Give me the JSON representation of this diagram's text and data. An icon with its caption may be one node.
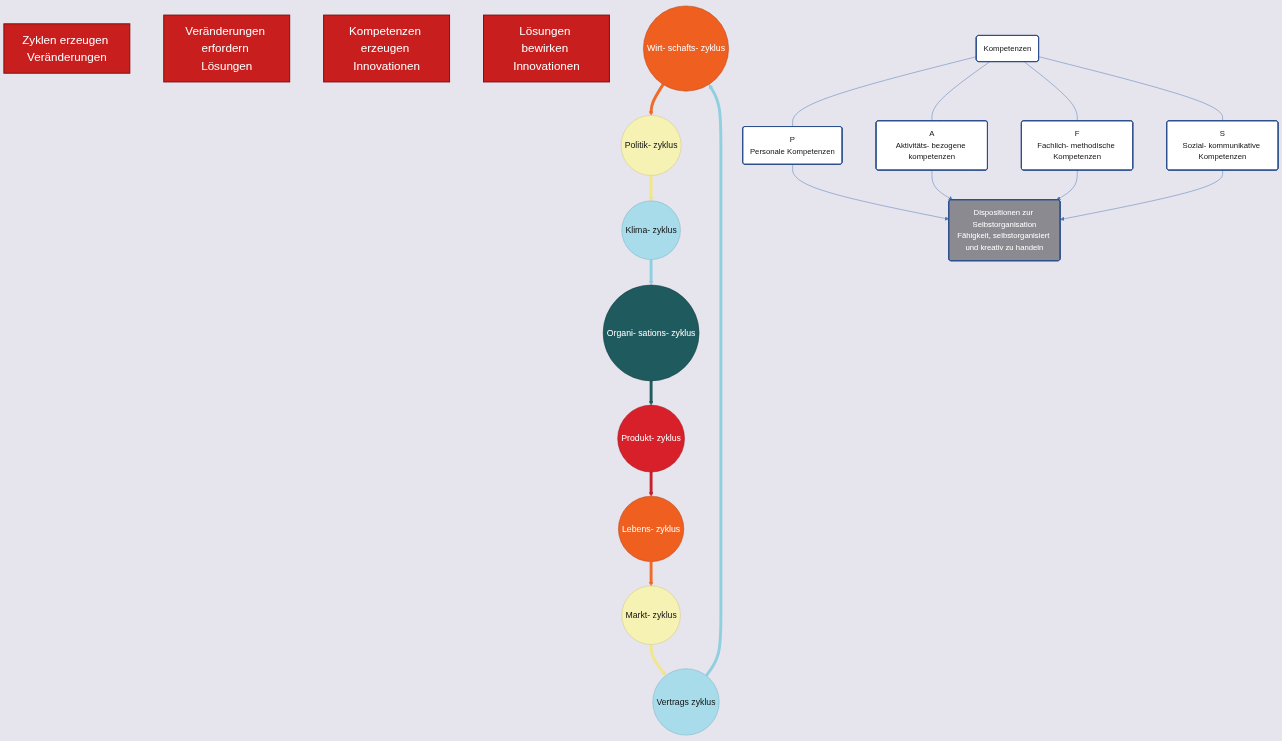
{
  "diagram": {
    "nodes": [
      {
        "text": [
          "Zyklen erzeugen Veränderungen"
        ]
      },
      {
        "text": [
          "Veränderungen erfordern Lösungen"
        ]
      },
      {
        "text": [
          "Wirt- schafts- zyklus"
        ]
      },
      {
        "text": [
          "Vertrags zyklus"
        ]
      },
      {
        "text": [
          "Politik- zyklus"
        ]
      },
      {
        "text": [
          "Klima- zyklus"
        ]
      },
      {
        "text": [
          "Markt- zyklus"
        ]
      },
      {
        "text": [
          "Kompetenzen"
        ]
      },
      {
        "text": [
          "P",
          "Personale Kompetenzen"
        ]
      },
      {
        "text": [
          "A",
          "Aktivitäts- bezogene kompetenzen"
        ]
      },
      {
        "text": [
          "F",
          "Fachlich- methodische Kompetenzen"
        ]
      },
      {
        "text": [
          "S",
          "Sozial- kommunikative Kompetenzen"
        ]
      },
      {
        "text": [
          "Dispositionen zur Selbstorganisation",
          "Fähigkeit, selbstorganisiert und kreativ zu handeln"
        ]
      },
      {
        "text": [
          "Organi- sations- zyklus"
        ]
      },
      {
        "text": [
          "Lebens- zyklus"
        ]
      },
      {
        "text": [
          "Produkt- zyklus"
        ]
      },
      {
        "text": [
          "Kompetenzen erzeugen Innovationen"
        ]
      },
      {
        "text": [
          "Lösungen bewirken Innovationen"
        ]
      }
    ],
    "edges": [
      {
        "from": 3,
        "to": 2,
        "arrow": "to",
        "style": "thick",
        "color": "#8fd0e0"
      },
      {
        "from": 2,
        "to": 4,
        "arrow": "to",
        "style": "thick",
        "color": "#f06a2a"
      },
      {
        "from": 4,
        "to": 5,
        "arrow": "to",
        "style": "thick",
        "color": "#f0e68a"
      },
      {
        "from": 5,
        "to": 13,
        "arrow": "to",
        "style": "thick",
        "color": "#8fd0e0"
      },
      {
        "from": 13,
        "to": 15,
        "arrow": "to",
        "style": "thick",
        "color": "#1f5a5e"
      },
      {
        "from": 15,
        "to": 14,
        "arrow": "to",
        "style": "thick",
        "color": "#c8202a"
      },
      {
        "from": 14,
        "to": 6,
        "arrow": "to",
        "style": "thick",
        "color": "#f06a2a"
      },
      {
        "from": 6,
        "to": 3,
        "arrow": "to",
        "style": "thick",
        "color": "#f0e68a"
      },
      {
        "from": 7,
        "to": 8,
        "arrow": "none",
        "color": "#4a7ab8"
      },
      {
        "from": 7,
        "to": 9,
        "arrow": "none",
        "color": "#4a7ab8"
      },
      {
        "from": 7,
        "to": 10,
        "arrow": "none",
        "color": "#4a7ab8"
      },
      {
        "from": 7,
        "to": 11,
        "arrow": "none",
        "color": "#4a7ab8"
      },
      {
        "from": 8,
        "to": 12,
        "arrow": "to",
        "color": "#4a7ab8"
      },
      {
        "from": 9,
        "to": 12,
        "arrow": "to",
        "color": "#4a7ab8"
      },
      {
        "from": 10,
        "to": 12,
        "arrow": "to",
        "color": "#4a7ab8"
      },
      {
        "from": 11,
        "to": 12,
        "arrow": "to",
        "color": "#4a7ab8"
      }
    ]
  }
}
